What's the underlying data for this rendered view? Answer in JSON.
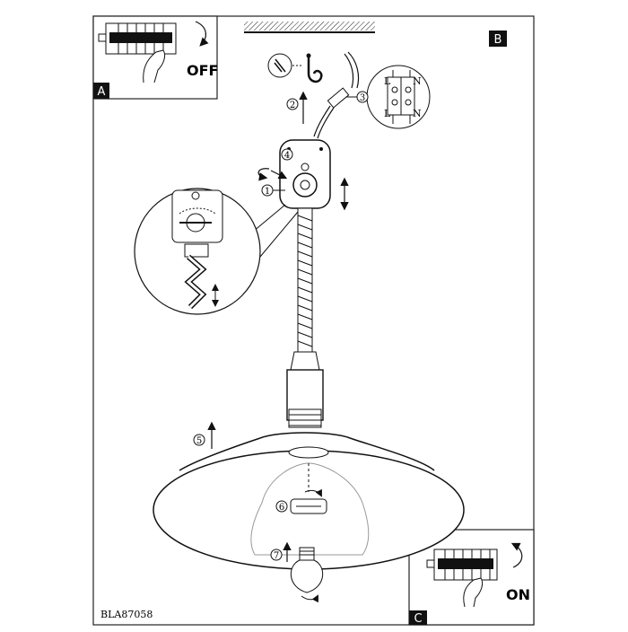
{
  "panels": {
    "a": {
      "label": "A",
      "switch_text": "OFF"
    },
    "b": {
      "label": "B"
    },
    "c": {
      "label": "C",
      "switch_text": "ON"
    }
  },
  "steps": [
    "1",
    "2",
    "3",
    "4",
    "5",
    "6",
    "7"
  ],
  "terminal": {
    "live": "L",
    "neutral": "N"
  },
  "footer": {
    "model_code": "BLA87058"
  }
}
